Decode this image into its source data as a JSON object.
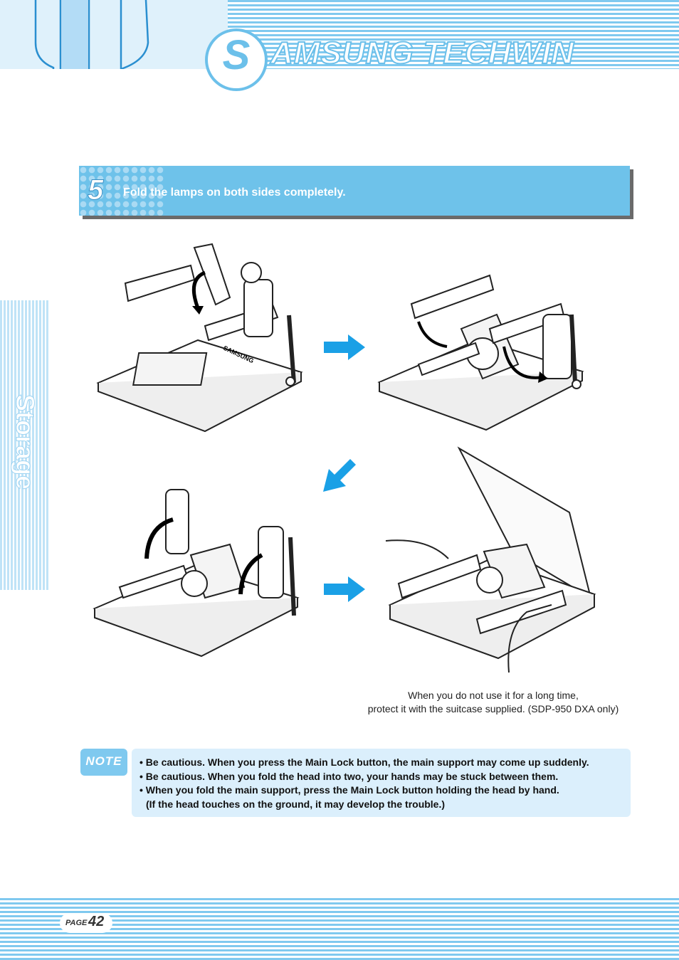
{
  "header": {
    "brand_letter": "S",
    "brand_text": "AMSUNG TECHWIN"
  },
  "side_tab": {
    "label": "Storage"
  },
  "step": {
    "number": "5",
    "text": "Fold the lamps on both sides completely."
  },
  "illustrations": {
    "device_label": "SAMSUNG"
  },
  "caption": {
    "line1": "When you do not use it for a long time,",
    "line2": "protect it with the suitcase supplied. (SDP-950 DXA only)"
  },
  "note": {
    "label": "NOTE",
    "lines": [
      "• Be cautious. When you press the Main Lock button, the main support may come up suddenly.",
      "• Be cautious. When you fold the head into two, your hands may be stuck between them.",
      "• When you fold the main support, press the Main Lock button holding the head by hand.",
      "(If the head touches on the ground, it may develop the trouble.)"
    ]
  },
  "footer": {
    "page_word": "PAGE",
    "page_number": "42"
  },
  "colors": {
    "accent": "#6ec2ea",
    "stripe": "#7fc9ef",
    "arrow": "#1aa0e6",
    "note_bg": "#dbeffc"
  }
}
